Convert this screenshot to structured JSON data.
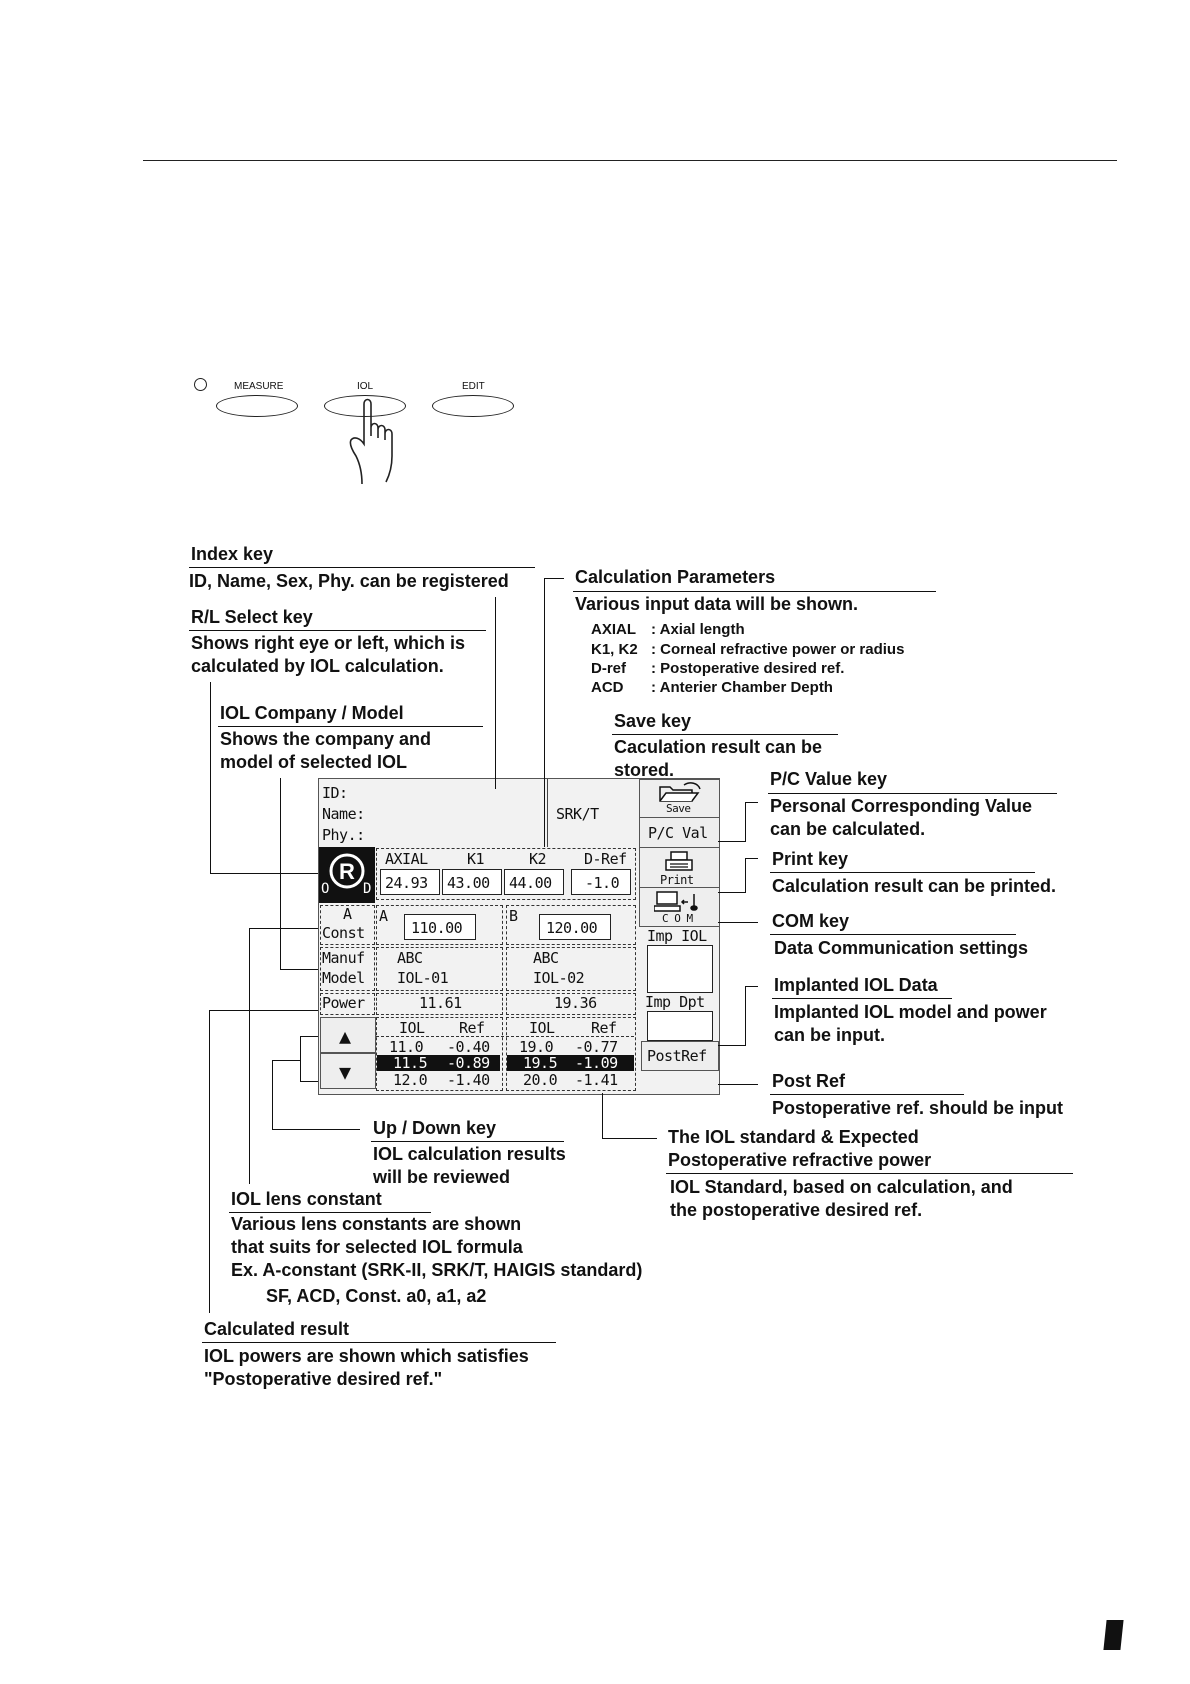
{
  "keypad": {
    "measure": "MEASURE",
    "iol": "IOL",
    "edit": "EDIT"
  },
  "screen": {
    "id_label": "ID:",
    "name_label": "Name:",
    "phy_label": "Phy.:",
    "formula": "SRK/T",
    "save": "Save",
    "pc_val": "P/C Val",
    "print": "Print",
    "com": "C O M",
    "imp_iol": "Imp IOL",
    "imp_dpt": "Imp Dpt",
    "postref": "PostRef",
    "od_left": "O",
    "od_right": "D",
    "params": {
      "headers": [
        "AXIAL",
        "K1",
        "K2",
        "D-Ref"
      ],
      "values": [
        "24.93",
        "43.00",
        "44.00",
        "-1.0"
      ]
    },
    "const_label_1": "A",
    "const_label_2": "Const",
    "const_a_label": "A",
    "const_a_value": "110.00",
    "const_b_label": "B",
    "const_b_value": "120.00",
    "manuf_label": "Manuf",
    "model_label": "Model",
    "manuf_a": "ABC",
    "model_a": "IOL-01",
    "manuf_b": "ABC",
    "model_b": "IOL-02",
    "power_label": "Power",
    "power_a": "11.61",
    "power_b": "19.36",
    "table_header": [
      "IOL",
      "Ref",
      "IOL",
      "Ref"
    ],
    "rows": [
      [
        "11.0",
        "-0.40",
        "19.0",
        "-0.77"
      ],
      [
        "11.5",
        "-0.89",
        "19.5",
        "-1.09"
      ],
      [
        "12.0",
        "-1.40",
        "20.0",
        "-1.41"
      ]
    ],
    "up": "▲",
    "down": "▼"
  },
  "callouts": {
    "index_key": {
      "title": "Index key",
      "desc": "ID, Name, Sex, Phy. can be registered"
    },
    "rl_select": {
      "title": "R/L Select key",
      "desc1": "Shows right eye or left, which is",
      "desc2": "calculated by IOL calculation."
    },
    "iol_company": {
      "title": "IOL Company / Model",
      "desc1": "Shows the company and",
      "desc2": "model of selected IOL"
    },
    "calc_params": {
      "title": "Calculation Parameters",
      "desc": "Various input data will be shown.",
      "items": [
        {
          "k": "AXIAL",
          "v": ": Axial length"
        },
        {
          "k": "K1, K2",
          "v": ": Corneal refractive power or radius"
        },
        {
          "k": "D-ref",
          "v": ": Postoperative desired ref."
        },
        {
          "k": "ACD",
          "v": ": Anterier Chamber Depth"
        }
      ]
    },
    "save_key": {
      "title": "Save key",
      "desc1": "Caculation result can be",
      "desc2": "stored."
    },
    "pc_value": {
      "title": "P/C Value key",
      "desc1": "Personal Corresponding Value",
      "desc2": "can be calculated."
    },
    "print_key": {
      "title": "Print key",
      "desc": "Calculation result can be printed."
    },
    "com_key": {
      "title": "COM key",
      "desc": "Data Communication settings"
    },
    "implanted": {
      "title": "Implanted IOL Data",
      "desc1": "Implanted IOL model and power",
      "desc2": "can be input."
    },
    "post_ref": {
      "title": "Post Ref",
      "desc": "Postoperative ref. should be input"
    },
    "up_down": {
      "title": "Up / Down key",
      "desc1": "IOL calculation results",
      "desc2": "will be reviewed"
    },
    "iol_standard": {
      "title1": "The IOL standard & Expected",
      "title2": "Postoperative refractive power",
      "desc1": "IOL Standard, based on calculation, and",
      "desc2": "the postoperative desired ref."
    },
    "lens_constant": {
      "title": "IOL lens constant",
      "desc1": "Various lens constants are shown",
      "desc2": "that suits for selected IOL formula",
      "desc3": "Ex. A-constant (SRK-II, SRK/T, HAIGIS standard)",
      "desc4": "SF, ACD, Const. a0, a1, a2"
    },
    "calc_result": {
      "title": "Calculated result",
      "desc1": "IOL powers are shown which satisfies",
      "desc2": "\"Postoperative desired ref.\""
    }
  }
}
